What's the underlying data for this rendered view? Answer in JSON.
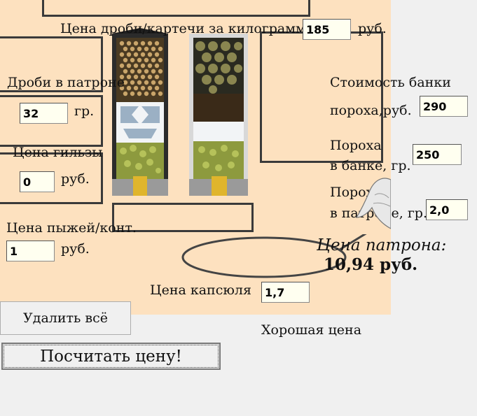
{
  "shot_price": {
    "label": "Цена дроби/картечи за килограмм",
    "value": "185",
    "unit": "руб."
  },
  "shot_in_shell": {
    "label": "Дроби в патроне",
    "value": "32",
    "unit": "гр."
  },
  "hull_price": {
    "label": "Цена гильзы",
    "value": "0",
    "unit": "руб."
  },
  "wad_price": {
    "label": "Цена пыжей/конт.",
    "value": "1",
    "unit": "руб."
  },
  "primer_price": {
    "label": "Цена капсюля",
    "value": "1,7"
  },
  "powder_can_price": {
    "label_line1": "Стоимость банки",
    "label_line2": "пороха,руб.",
    "value": "290"
  },
  "powder_in_can": {
    "label_line1": "Пороха",
    "label_line2": "в банке, гр.",
    "value": "250"
  },
  "powder_in_shell": {
    "label_line1": "Пороха",
    "label_line2": "в патроне, гр.",
    "value": "2,0"
  },
  "result": {
    "title": "Цена патрона:",
    "value": "10,94 руб.",
    "verdict": "Хорошая цена"
  },
  "buttons": {
    "clear": "Удалить всё",
    "calculate": "Посчитать цену!"
  },
  "icons": {
    "shell": "shotgun-shell-cutaway-icon",
    "hand": "pointing-hand-icon"
  },
  "colors": {
    "panel_bg": "#fde1bf",
    "input_bg": "#fffff0",
    "frame": "#3a3a3a"
  }
}
